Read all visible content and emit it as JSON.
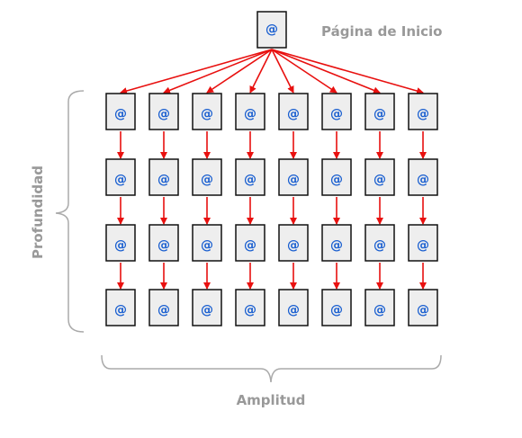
{
  "root": {
    "label": "Página de Inicio",
    "glyph": "@"
  },
  "page_glyph": "@",
  "grid": {
    "columns": 8,
    "rows": 4
  },
  "axis_labels": {
    "depth": "Profundidad",
    "breadth": "Amplitud"
  },
  "colors": {
    "arrow": "#e8100f",
    "page_fill": "#eeeeee",
    "page_border": "#111111",
    "glyph": "#1a5fd0",
    "label": "#999999",
    "bracket": "#aaaaaa"
  }
}
